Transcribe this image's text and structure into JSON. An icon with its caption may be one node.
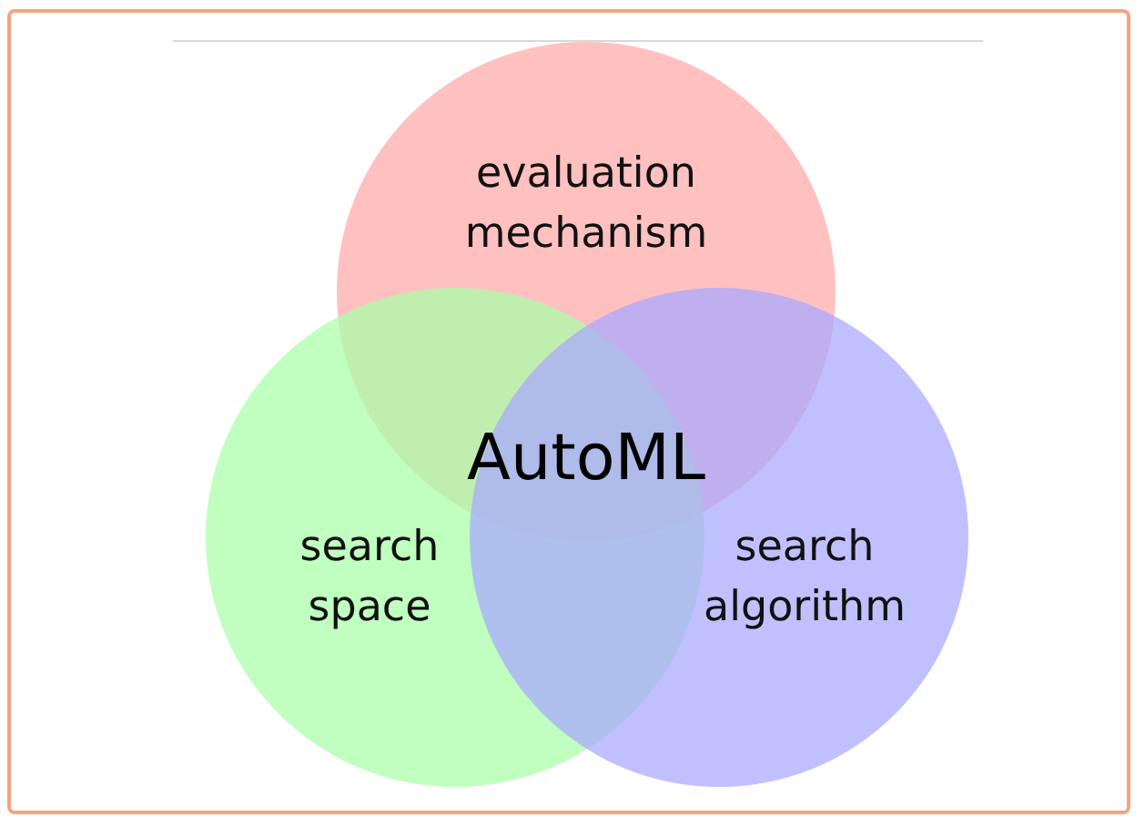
{
  "diagram": {
    "nodes": [
      {
        "text": [
          "evaluation mechanism"
        ]
      },
      {
        "text": [
          "search space"
        ]
      },
      {
        "text": [
          "search algorithm"
        ]
      }
    ],
    "labels": [
      "AutoML"
    ]
  }
}
